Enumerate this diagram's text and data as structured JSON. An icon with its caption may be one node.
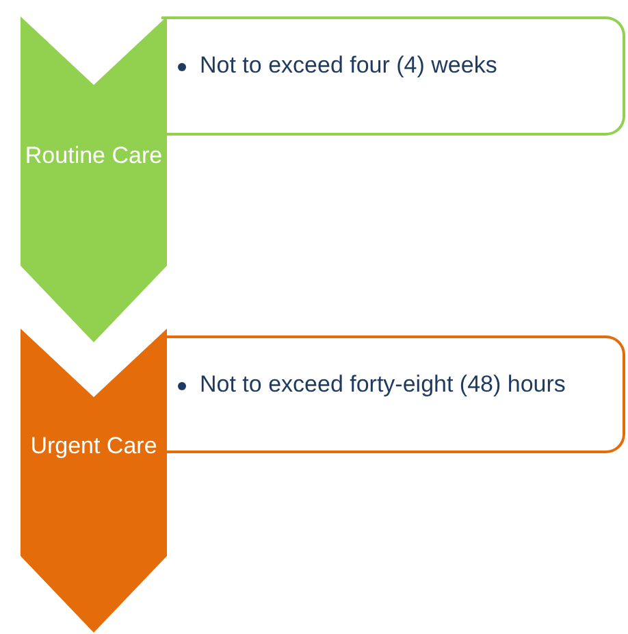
{
  "diagram": {
    "nodes": [
      {
        "text": [
          "Routine Care"
        ]
      },
      {
        "text": [
          "Not to exceed four (4) weeks"
        ]
      },
      {
        "text": [
          "Urgent Care"
        ]
      },
      {
        "text": [
          "Not to exceed forty-eight (48) hours"
        ]
      }
    ]
  }
}
